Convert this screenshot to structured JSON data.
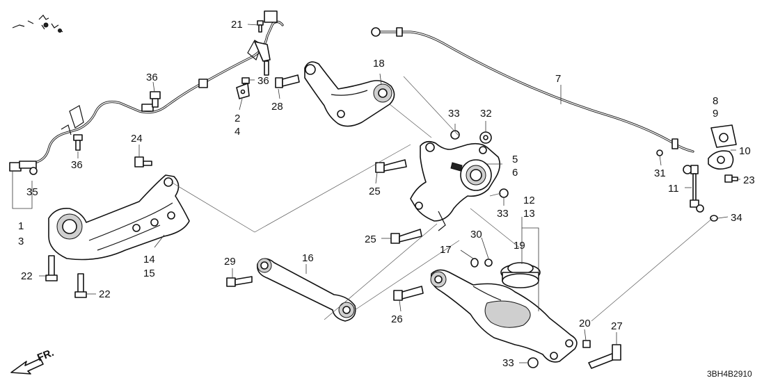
{
  "diagram_code": "3BH4B2910",
  "direction_label": "FR.",
  "labels": {
    "p1": "1",
    "p2": "2",
    "p3": "3",
    "p4": "4",
    "p5": "5",
    "p6": "6",
    "p7": "7",
    "p8": "8",
    "p9": "9",
    "p10": "10",
    "p11": "11",
    "p12": "12",
    "p13": "13",
    "p14": "14",
    "p15": "15",
    "p16": "16",
    "p17": "17",
    "p18": "18",
    "p19": "19",
    "p20": "20",
    "p21": "21",
    "p22": "22",
    "p23": "23",
    "p24": "24",
    "p25": "25",
    "p26": "26",
    "p27": "27",
    "p28": "28",
    "p29": "29",
    "p30": "30",
    "p31": "31",
    "p32": "32",
    "p33": "33",
    "p34": "34",
    "p35": "35",
    "p36": "36"
  }
}
